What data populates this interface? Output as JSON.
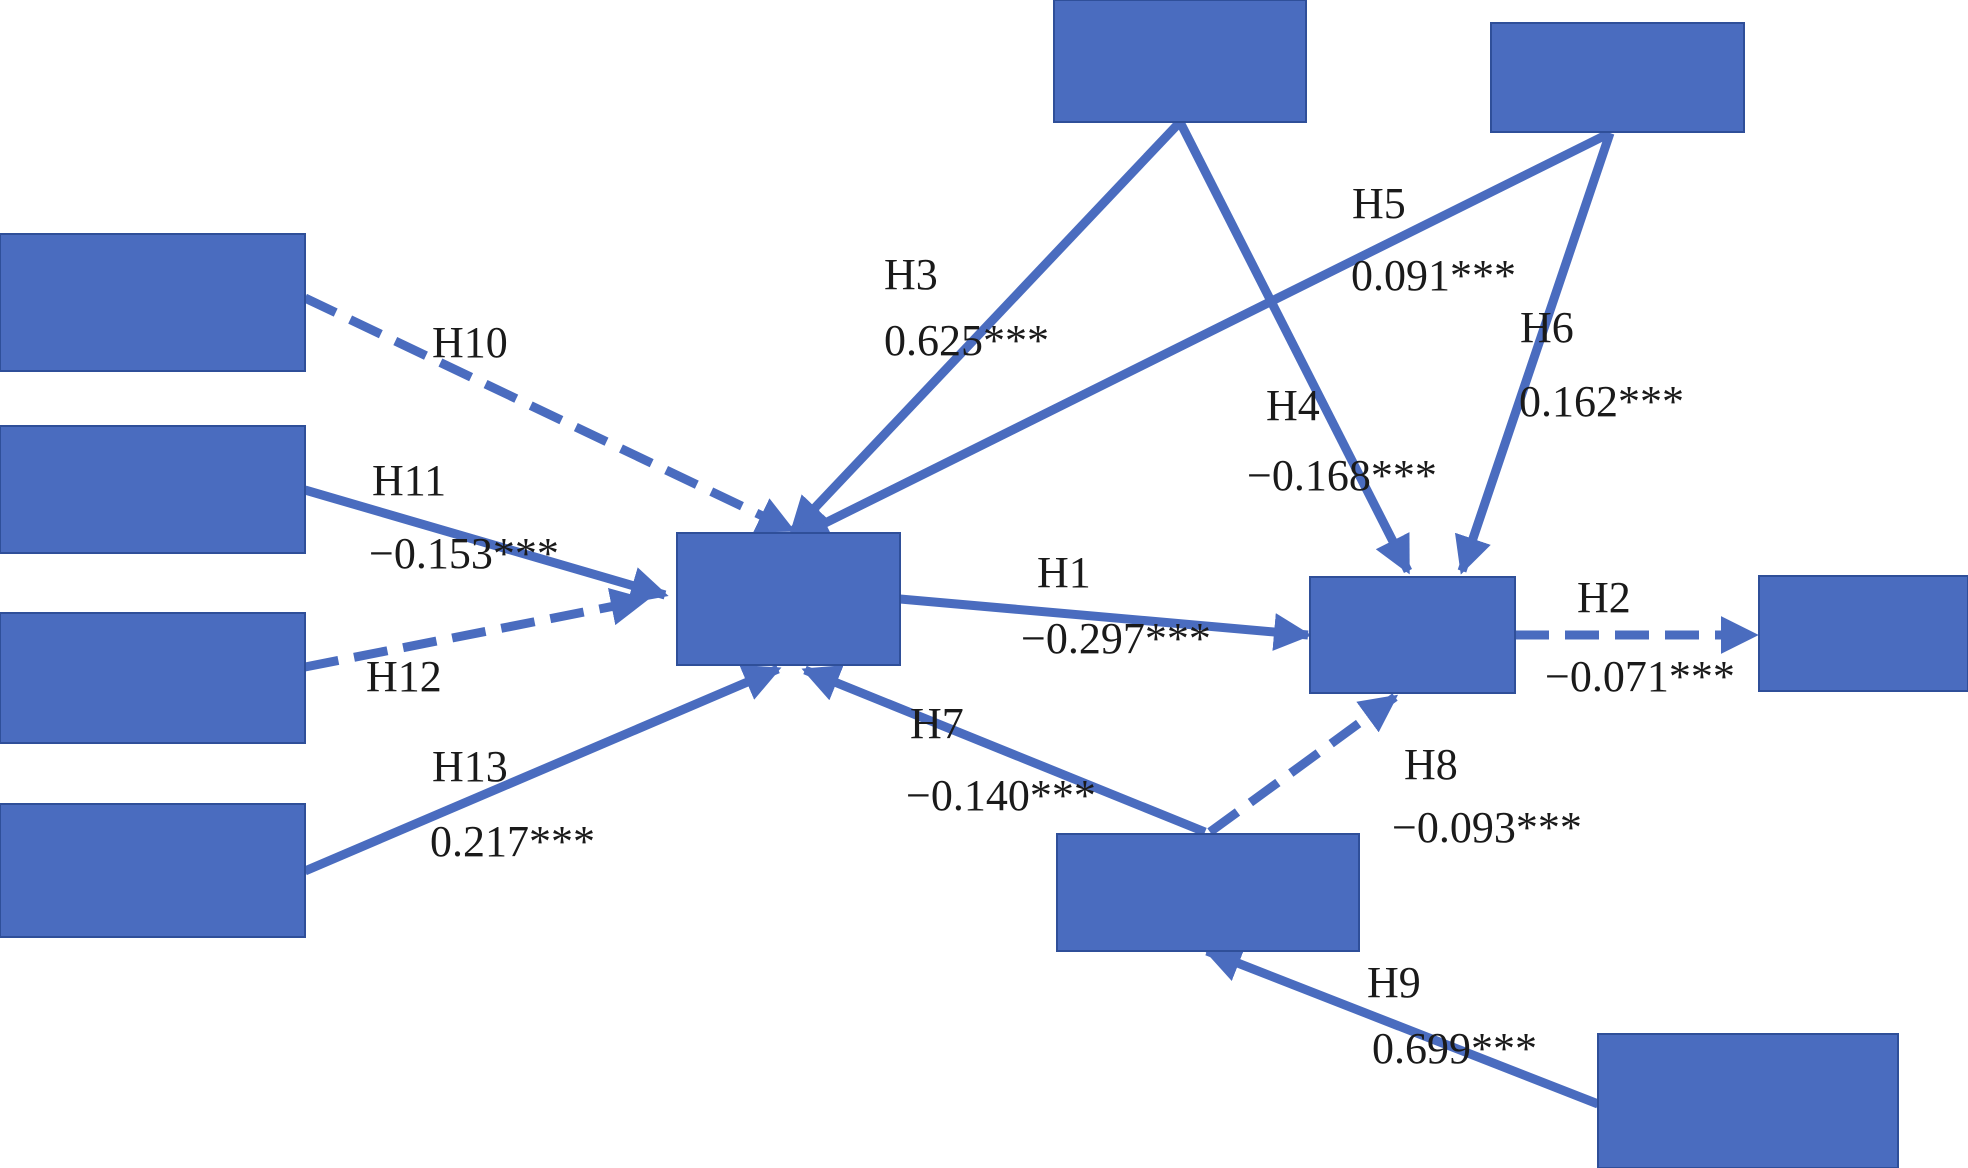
{
  "colors": {
    "node_fill": "#4A6CBF",
    "edge": "#4A6CBF",
    "text": "#1a1a1a"
  },
  "hypotheses": {
    "h1": {
      "id": "H1",
      "coef": "−0.297***",
      "style": "solid"
    },
    "h2": {
      "id": "H2",
      "coef": "−0.071***",
      "style": "dashed"
    },
    "h3": {
      "id": "H3",
      "coef": "0.625***",
      "style": "solid"
    },
    "h4": {
      "id": "H4",
      "coef": "−0.168***",
      "style": "solid"
    },
    "h5": {
      "id": "H5",
      "coef": "0.091***",
      "style": "solid"
    },
    "h6": {
      "id": "H6",
      "coef": "0.162***",
      "style": "solid"
    },
    "h7": {
      "id": "H7",
      "coef": "−0.140***",
      "style": "solid"
    },
    "h8": {
      "id": "H8",
      "coef": "−0.093***",
      "style": "dashed"
    },
    "h9": {
      "id": "H9",
      "coef": "0.699***",
      "style": "solid"
    },
    "h10": {
      "id": "H10",
      "coef": "",
      "style": "dashed"
    },
    "h11": {
      "id": "H11",
      "coef": "−0.153***",
      "style": "solid"
    },
    "h12": {
      "id": "H12",
      "coef": "",
      "style": "dashed"
    },
    "h13": {
      "id": "H13",
      "coef": "0.217***",
      "style": "solid"
    }
  }
}
